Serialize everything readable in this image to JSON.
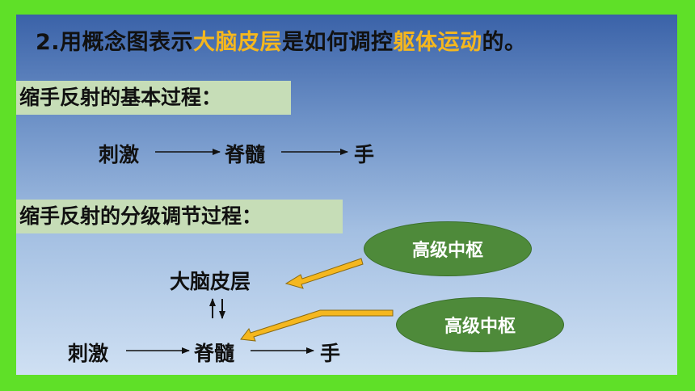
{
  "title": {
    "part1": "2.用概念图表示",
    "highlight1": "大脑皮层",
    "part2": "是如何调控",
    "highlight2": "躯体运动",
    "part3": "的。"
  },
  "section1": {
    "label": "缩手反射的基本过程：",
    "stimulus": "刺激",
    "center": "脊髓",
    "effector": "手"
  },
  "section2": {
    "label": "缩手反射的分级调节过程：",
    "cortex": "大脑皮层",
    "stimulus": "刺激",
    "center": "脊髓",
    "effector": "手",
    "oval1": "高级中枢",
    "oval2": "高级中枢"
  },
  "colors": {
    "frame": "#5fe028",
    "highlight": "#f5b71e",
    "label_bg": "#c6ddb7",
    "oval": "#4e8a3a",
    "arrow_fill": "#f5b71e"
  }
}
